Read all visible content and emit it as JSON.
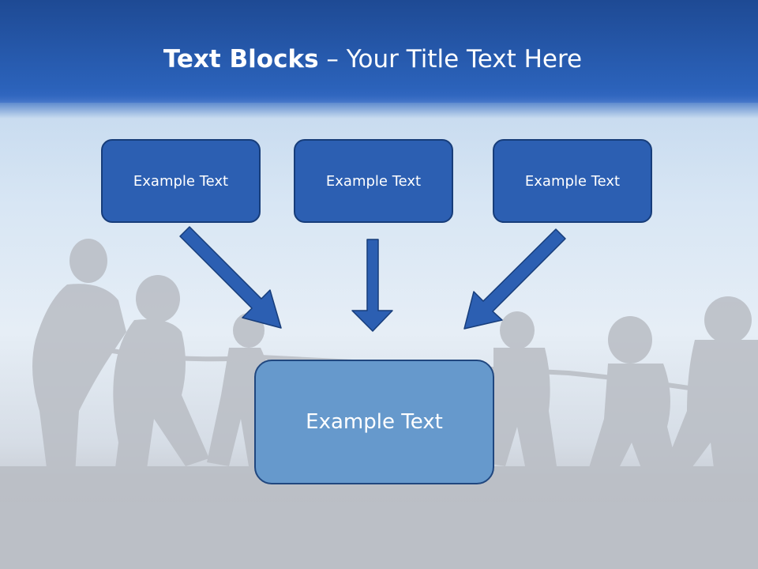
{
  "title": {
    "bold": "Text Blocks",
    "dash": " – ",
    "rest": "Your Title Text Here"
  },
  "blocks": {
    "top": [
      {
        "label": "Example Text"
      },
      {
        "label": "Example Text"
      },
      {
        "label": "Example Text"
      }
    ],
    "bottom": {
      "label": "Example Text"
    }
  },
  "colors": {
    "header": "#2b62ba",
    "small_box": "#2c5fb2",
    "large_box": "#6699cc",
    "arrow": "#2c5fb2"
  },
  "background_image": "children-tug-of-war-silhouette"
}
